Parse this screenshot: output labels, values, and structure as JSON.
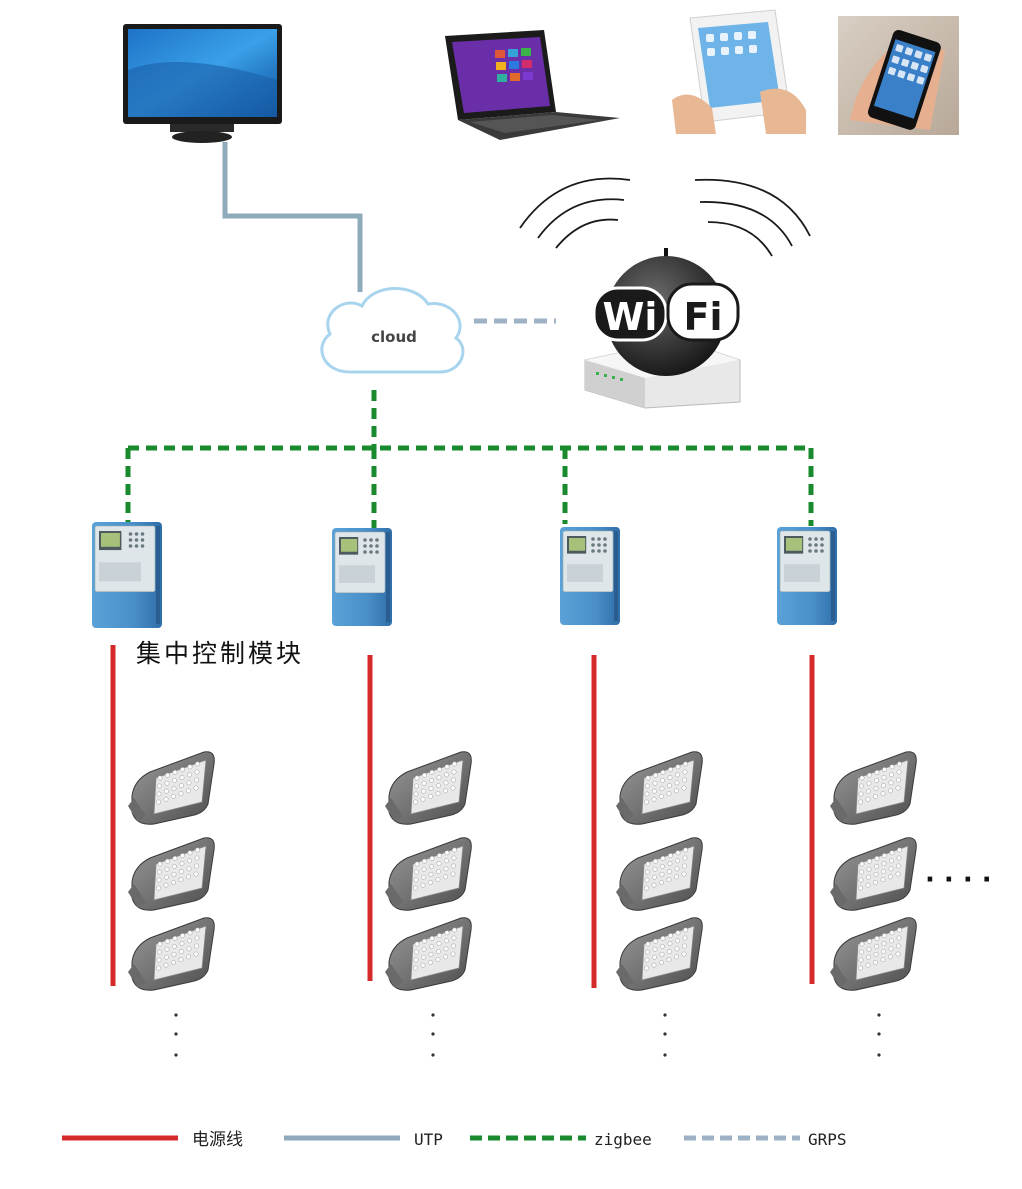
{
  "cloud": {
    "label": "cloud"
  },
  "wifi": {
    "left_text": "Wi",
    "right_text": "Fi"
  },
  "module_label": "集中控制模块",
  "continuation_dots": "· · · ·",
  "legend": [
    {
      "label": "电源线",
      "color": "#d42a2a",
      "style": "solid"
    },
    {
      "label": "UTP",
      "color": "#8fa9bd",
      "style": "solid"
    },
    {
      "label": "zigbee",
      "color": "#1a8a2e",
      "style": "dashed"
    },
    {
      "label": "GRPS",
      "color": "#9db2c4",
      "style": "dashed"
    }
  ],
  "colors": {
    "power": "#d42a2a",
    "utp": "#8fa9bd",
    "zigbee": "#1a8a2e",
    "grps": "#9db2c4",
    "meter_blue": "#4a8fc8"
  },
  "devices": [
    "monitor-icon",
    "laptop-icon",
    "tablet-icon",
    "smartphone-icon"
  ],
  "branches": [
    {
      "name": "branch-1",
      "lamps": 3
    },
    {
      "name": "branch-2",
      "lamps": 3
    },
    {
      "name": "branch-3",
      "lamps": 3
    },
    {
      "name": "branch-4",
      "lamps": 3
    }
  ]
}
